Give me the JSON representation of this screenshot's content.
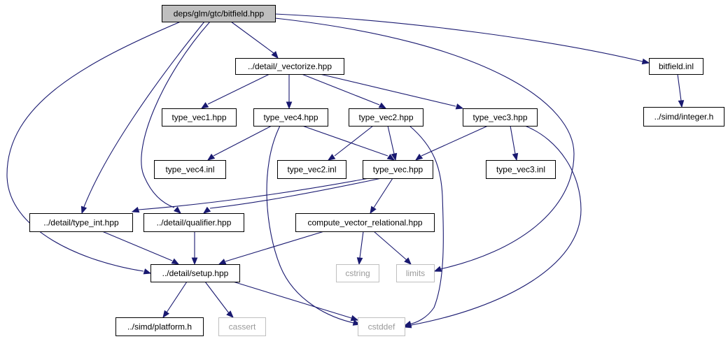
{
  "graph": {
    "title": "",
    "colors": {
      "edge": "#191970",
      "root_fill": "#bfbfbf",
      "node_border": "#000000",
      "external_border": "#bfbfbf",
      "external_text": "#9a9a9a"
    },
    "nodes": [
      {
        "id": "root",
        "label": "deps/glm/gtc/bitfield.hpp",
        "kind": "root"
      },
      {
        "id": "vectorize",
        "label": "../detail/_vectorize.hpp",
        "kind": "normal"
      },
      {
        "id": "bitfield_inl",
        "label": "bitfield.inl",
        "kind": "normal"
      },
      {
        "id": "simd_integer",
        "label": "../simd/integer.h",
        "kind": "normal"
      },
      {
        "id": "type_vec1",
        "label": "type_vec1.hpp",
        "kind": "normal"
      },
      {
        "id": "type_vec4",
        "label": "type_vec4.hpp",
        "kind": "normal"
      },
      {
        "id": "type_vec2",
        "label": "type_vec2.hpp",
        "kind": "normal"
      },
      {
        "id": "type_vec3",
        "label": "type_vec3.hpp",
        "kind": "normal"
      },
      {
        "id": "type_vec4_inl",
        "label": "type_vec4.inl",
        "kind": "normal"
      },
      {
        "id": "type_vec2_inl",
        "label": "type_vec2.inl",
        "kind": "normal"
      },
      {
        "id": "type_vec",
        "label": "type_vec.hpp",
        "kind": "normal"
      },
      {
        "id": "type_vec3_inl",
        "label": "type_vec3.inl",
        "kind": "normal"
      },
      {
        "id": "type_int",
        "label": "../detail/type_int.hpp",
        "kind": "normal"
      },
      {
        "id": "qualifier",
        "label": "../detail/qualifier.hpp",
        "kind": "normal"
      },
      {
        "id": "cvr",
        "label": "compute_vector_relational.hpp",
        "kind": "normal"
      },
      {
        "id": "cstring",
        "label": "cstring",
        "kind": "external"
      },
      {
        "id": "limits",
        "label": "limits",
        "kind": "external"
      },
      {
        "id": "setup",
        "label": "../detail/setup.hpp",
        "kind": "normal"
      },
      {
        "id": "platform",
        "label": "../simd/platform.h",
        "kind": "normal"
      },
      {
        "id": "cassert",
        "label": "cassert",
        "kind": "external"
      },
      {
        "id": "cstddef",
        "label": "cstddef",
        "kind": "external"
      }
    ],
    "edges": [
      [
        "root",
        "vectorize"
      ],
      [
        "root",
        "bitfield_inl"
      ],
      [
        "root",
        "limits"
      ],
      [
        "root",
        "type_int"
      ],
      [
        "root",
        "qualifier"
      ],
      [
        "root",
        "setup"
      ],
      [
        "vectorize",
        "type_vec1"
      ],
      [
        "vectorize",
        "type_vec4"
      ],
      [
        "vectorize",
        "type_vec2"
      ],
      [
        "vectorize",
        "type_vec3"
      ],
      [
        "bitfield_inl",
        "simd_integer"
      ],
      [
        "type_vec4",
        "type_vec4_inl"
      ],
      [
        "type_vec4",
        "type_vec"
      ],
      [
        "type_vec4",
        "cstddef"
      ],
      [
        "type_vec2",
        "type_vec2_inl"
      ],
      [
        "type_vec2",
        "type_vec"
      ],
      [
        "type_vec2",
        "cstddef"
      ],
      [
        "type_vec3",
        "type_vec"
      ],
      [
        "type_vec3",
        "type_vec3_inl"
      ],
      [
        "type_vec3",
        "cstddef"
      ],
      [
        "type_vec",
        "type_int"
      ],
      [
        "type_vec",
        "qualifier"
      ],
      [
        "type_vec",
        "cvr"
      ],
      [
        "type_int",
        "setup"
      ],
      [
        "qualifier",
        "setup"
      ],
      [
        "cvr",
        "setup"
      ],
      [
        "cvr",
        "cstring"
      ],
      [
        "cvr",
        "limits"
      ],
      [
        "setup",
        "platform"
      ],
      [
        "setup",
        "cassert"
      ],
      [
        "setup",
        "cstddef"
      ]
    ]
  }
}
